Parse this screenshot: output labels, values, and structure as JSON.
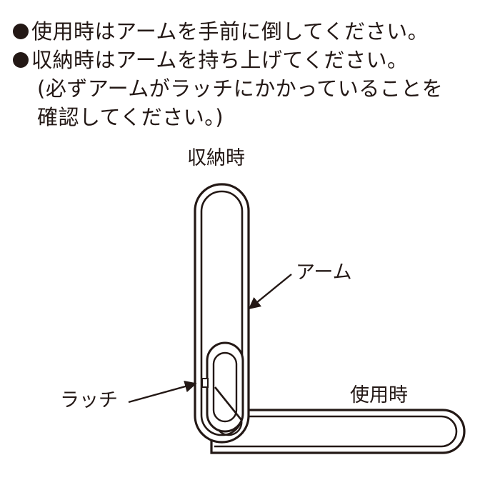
{
  "instructions": {
    "line1": "使用時はアームを手前に倒してください。",
    "line2": "収納時はアームを持ち上げてください。",
    "note1": "(必ずアームがラッチにかかっていることを",
    "note2": "確認してください。)"
  },
  "labels": {
    "stored": "収納時",
    "arm": "アーム",
    "latch": "ラッチ",
    "in_use": "使用時"
  },
  "colors": {
    "ink": "#231815",
    "background": "#ffffff"
  }
}
